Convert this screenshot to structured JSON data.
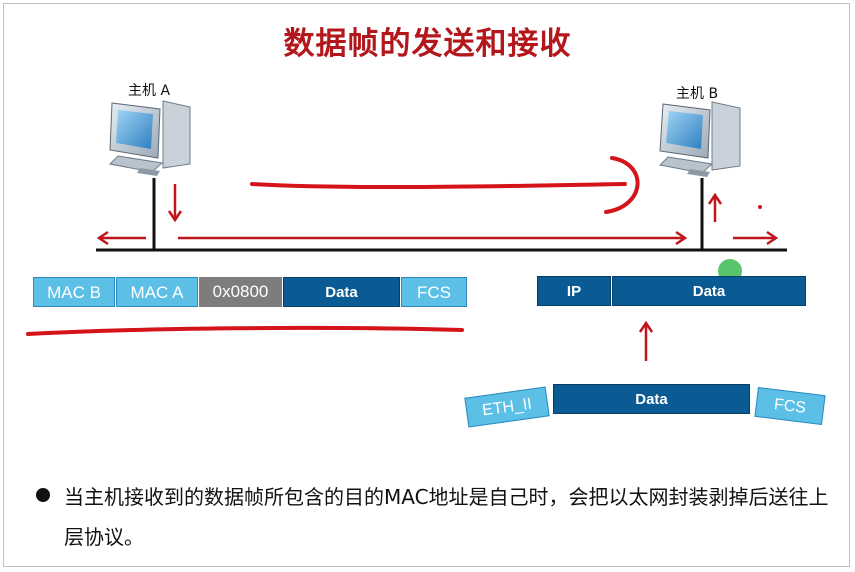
{
  "title": "数据帧的发送和接收",
  "host_a": {
    "label": "主机 A"
  },
  "host_b": {
    "label": "主机 B"
  },
  "frame_left": {
    "segments": [
      "MAC B",
      "MAC A",
      "0x0800",
      "Data",
      "FCS"
    ]
  },
  "frame_right": {
    "segments": [
      "IP",
      "Data"
    ]
  },
  "frame_bottom": {
    "header": "ETH_II",
    "data": "Data",
    "trailer": "FCS"
  },
  "description": "当主机接收到的数据帧所包含的目的MAC地址是自己时，会把以太网封装剥掉后送往上层协议。",
  "colors": {
    "title": "#b3161b",
    "arrow": "#c0161b",
    "light_blue": "#5cbfe6",
    "dark_blue": "#0a5b93",
    "gray": "#7d7d7d"
  }
}
